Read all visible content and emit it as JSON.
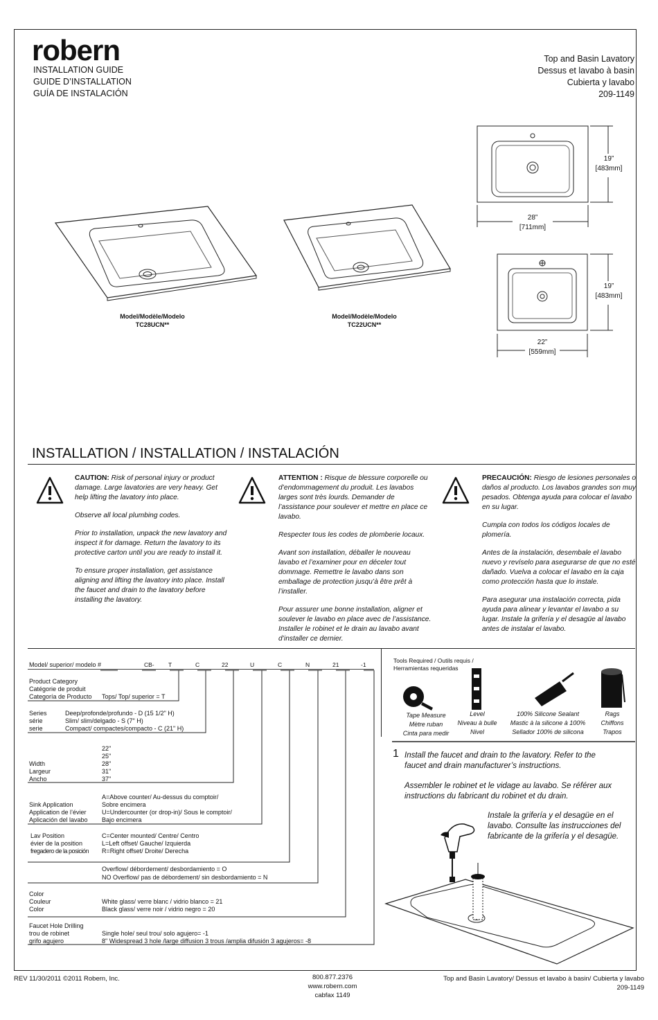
{
  "header": {
    "brand": "robern",
    "guide_lines": [
      "INSTALLATION GUIDE",
      "GUIDE D’INSTALLATION",
      "GUÍA DE INSTALACIÓN"
    ],
    "title_lines": [
      "Top and Basin Lavatory",
      "Dessus et lavabo à basin",
      "Cubierta y lavabo",
      "209-1149"
    ]
  },
  "models": [
    {
      "label": "Model/Modèle/Modelo",
      "code": "TC28UCN**"
    },
    {
      "label": "Model/Modèle/Modelo",
      "code": "TC22UCN**"
    }
  ],
  "dimensions": {
    "large_depth": [
      "19”",
      "[483mm]"
    ],
    "large_width": [
      "28”",
      "[711mm]"
    ],
    "small_depth": [
      "19”",
      "[483mm]"
    ],
    "small_width": [
      "22”",
      "[559mm]"
    ]
  },
  "section_title": "INSTALLATION / INSTALLATION / INSTALACIÓN",
  "warnings": [
    {
      "heading": "CAUTION:",
      "paras": [
        "Risk of personal injury or product damage.  Large lavatories are very heavy.  Get help lifting the lavatory into place.",
        "Observe all local plumbing codes.",
        "Prior to installation, unpack the new lavatory and inspect it for damage. Return the lavatory to its protective carton until you are ready to install it.",
        "To ensure proper installation, get assistance aligning and lifting the lavatory into place.  Install the faucet and drain to the lavatory before installing the lavatory."
      ]
    },
    {
      "heading": "ATTENTION :",
      "paras": [
        "Risque de blessure corporelle ou d’endommagement du produit. Les lavabos larges sont très lourds. Demander de l’assistance pour soulever et mettre en place ce lavabo.",
        "Respecter tous les codes de plomberie locaux.",
        "Avant son installation, déballer le nouveau lavabo et l’examiner pour en déceler tout dommage. Remettre le lavabo dans son emballage de protection jusqu’à être prêt à l’installer.",
        "Pour assurer une bonne installation, aligner et soulever le lavabo en place avec de l’assistance.  Installer le robinet et le drain au lavabo avant d’installer ce dernier."
      ]
    },
    {
      "heading": "PRECAUCIÓN:",
      "paras": [
        "Riesgo de lesiones personales o daños al producto. Los lavabos grandes son muy pesados. Obtenga ayuda para colocar el lavabo en su lugar.",
        "Cumpla con todos los códigos locales de plomería.",
        "Antes de la instalación, desembale el lavabo nuevo y revíselo para asegurarse de que no esté dañado. Vuelva a colocar el lavabo en la caja como protección hasta que lo instale.",
        "Para asegurar una instalación correcta, pida ayuda para alinear y levantar el lavabo a su lugar.  Instale la grifería y el desagüe al lavabo antes de instalar el lavabo."
      ]
    }
  ],
  "model_number": {
    "label": "Model/ superior/ modelo #",
    "codes": [
      "CB-",
      "T",
      "C",
      "22",
      "U",
      "C",
      "N",
      "21",
      "-1"
    ],
    "rows": [
      {
        "names": [
          "Product Category",
          "Catégorie de produit",
          "Categoría de Producto"
        ],
        "values": [
          "Tops/ Top/ superior = T"
        ]
      },
      {
        "names": [
          "Series",
          "série",
          "serie"
        ],
        "values": [
          "Deep/profonde/profundo - D (15 1/2\" H)",
          "Slim/ slim/delgado - S (7\" H)",
          "Compact/ compactes/compacto - C (21\" H)"
        ]
      },
      {
        "names": [
          "Width",
          "Largeur",
          "Ancho"
        ],
        "values": [
          "22\"",
          "25\"",
          "28\"",
          "31\"",
          "37\""
        ]
      },
      {
        "names": [
          "Sink Application",
          "Application de l’évier",
          "Aplicación del lavabo"
        ],
        "values": [
          "A=Above counter/ Au-dessus du comptoir/",
          "Sobre encimera",
          "U=Undercounter (or drop-in)/ Sous le comptoir/",
          "Bajo encimera"
        ]
      },
      {
        "names": [
          "Lav Position",
          "évier de la position",
          "fregadero de la posición"
        ],
        "values": [
          "C=Center mounted/ Centre/ Centro",
          "L=Left offset/ Gauche/ Izquierda",
          "R=Right offset/ Droite/ Derecha"
        ]
      },
      {
        "names": [],
        "values": [
          "Overflow/ débordement/ desbordamiento = O",
          "NO Overflow/ pas de débordement/ sin desbordamiento = N"
        ]
      },
      {
        "names": [
          "Color",
          "Couleur",
          "Color"
        ],
        "values": [
          "White glass/ verre blanc /  vidrio blanco = 21",
          "Black glass/ verre noir /  vidrio negro = 20"
        ]
      },
      {
        "names": [
          "Faucet Hole Drilling",
          "trou de robinet",
          "grifo agujero"
        ],
        "values": [
          "Single hole/ seul trou/ solo agujero= -1",
          "8\" Widespread 3 hole /large diffusion 3 trous /amplia difusión 3 agujeros= -8"
        ]
      }
    ]
  },
  "tools": {
    "heading": [
      "Tools Required / Outils requis /",
      "Herramientas requeridas"
    ],
    "items": [
      {
        "icon": "tape-measure-icon",
        "lines": [
          "Tape Measure",
          "Mètre ruban",
          "Cinta para medir"
        ]
      },
      {
        "icon": "level-icon",
        "lines": [
          "Level",
          "Niveau à bulle",
          "Nivel"
        ]
      },
      {
        "icon": "sealant-icon",
        "lines": [
          "100% Silicone Sealant",
          "Mastic à la silicone à 100%",
          "Sellador 100% de silicona"
        ]
      },
      {
        "icon": "rags-icon",
        "lines": [
          "Rags",
          "Chiffons",
          "Trapos"
        ]
      }
    ]
  },
  "step1": {
    "number": "1",
    "en": "Install the faucet and drain to the lavatory.  Refer to the faucet and drain manufacturer’s instructions.",
    "fr": "Assembler le robinet et le vidage au lavabo. Se référer aux instructions du fabricant du robinet et du drain.",
    "es": "Instale la grifería y el desagüe en el lavabo. Consulte las instrucciones del fabricante de la grifería y el desagüe."
  },
  "footer": {
    "rev": "REV 11/30/2011 ©2011 Robern, Inc.",
    "contact": [
      "800.877.2376",
      "www.robern.com",
      "cabfax 1149"
    ],
    "right": [
      "Top and Basin Lavatory/ Dessus et lavabo à basin/ Cubierta y lavabo",
      "209-1149"
    ]
  }
}
